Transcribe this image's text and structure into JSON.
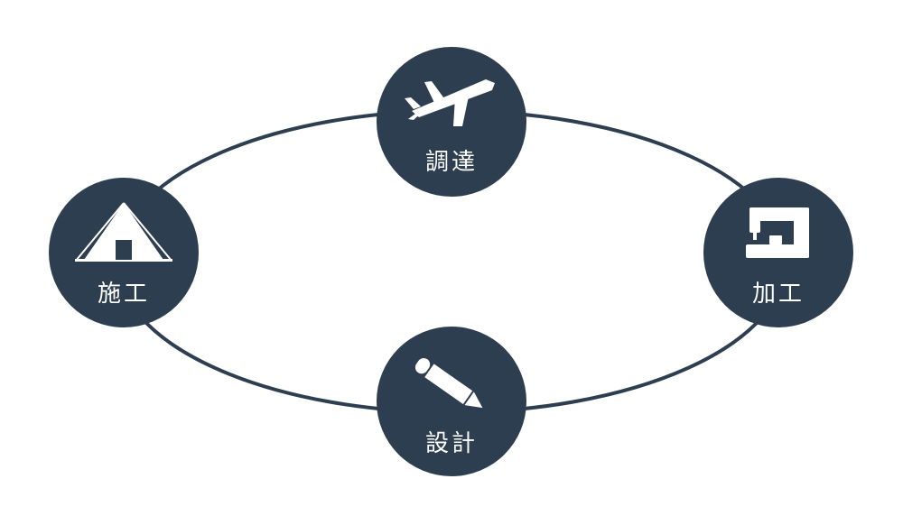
{
  "diagram": {
    "colors": {
      "node_fill": "#2d3e50",
      "ring_stroke": "#2d3e50",
      "icon_fill": "#ffffff",
      "label_color": "#ffffff",
      "background": "#ffffff"
    },
    "nodes": [
      {
        "id": "procurement",
        "label": "調達",
        "icon": "airplane-icon"
      },
      {
        "id": "processing",
        "label": "加工",
        "icon": "sewing-machine-icon"
      },
      {
        "id": "design",
        "label": "設計",
        "icon": "pencil-icon"
      },
      {
        "id": "construction",
        "label": "施工",
        "icon": "tent-icon"
      }
    ]
  }
}
